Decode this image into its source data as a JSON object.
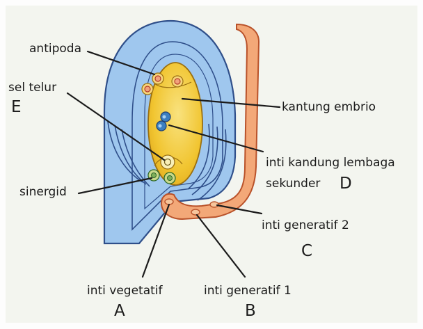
{
  "labels": {
    "antipoda": "antipoda",
    "sel_telur": "sel telur",
    "kantung_embrio": "kantung embrio",
    "inti_kandung_lembaga_line1": "inti kandung lembaga",
    "inti_kandung_lembaga_line2": "sekunder",
    "sinergid": "sinergid",
    "inti_generatif_2": "inti generatif 2",
    "inti_vegetatif": "inti vegetatif",
    "inti_generatif_1": "inti generatif 1"
  },
  "letters": {
    "a": "A",
    "b": "B",
    "c": "C",
    "d": "D",
    "e": "E"
  },
  "colors": {
    "integument": "#9fc7ee",
    "integument_stroke": "#2f4f8a",
    "embryo_sac": "#f1c531",
    "embryo_sac_light": "#f8dd78",
    "pollen_tube": "#f3a878",
    "pollen_tube_stroke": "#b9522a",
    "leader": "#1b1b1b"
  }
}
